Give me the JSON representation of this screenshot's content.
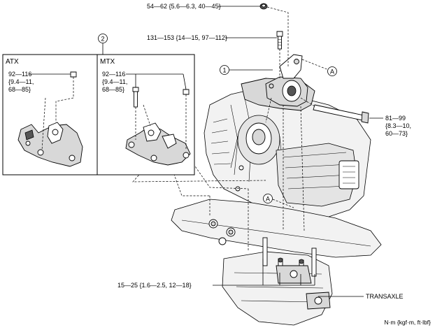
{
  "callouts": {
    "top_nut_torque": "54—62 {5.6—6.3, 40—45}",
    "top_bolt_torque": "131—153 {14—15, 97—112}",
    "side_bolt_torque_line1": "81—99",
    "side_bolt_torque_line2": "{8.3—10,",
    "side_bolt_torque_line3": "60—73}",
    "lower_bolts_torque": "15—25 {1.6—2.5, 12—18}",
    "transaxle_label": "TRANSAXLE",
    "units_note": "N·m {kgf·m, ft·lbf}",
    "ref_mark_a": "A",
    "item_1": "1",
    "item_2": "2"
  },
  "inset": {
    "atx": {
      "title": "ATX",
      "torque_line1": "92—116",
      "torque_line2": "{9.4—11,",
      "torque_line3": "68—85}"
    },
    "mtx": {
      "title": "MTX",
      "torque_line1": "92—116",
      "torque_line2": "{9.4—11,",
      "torque_line3": "68—85}"
    }
  }
}
